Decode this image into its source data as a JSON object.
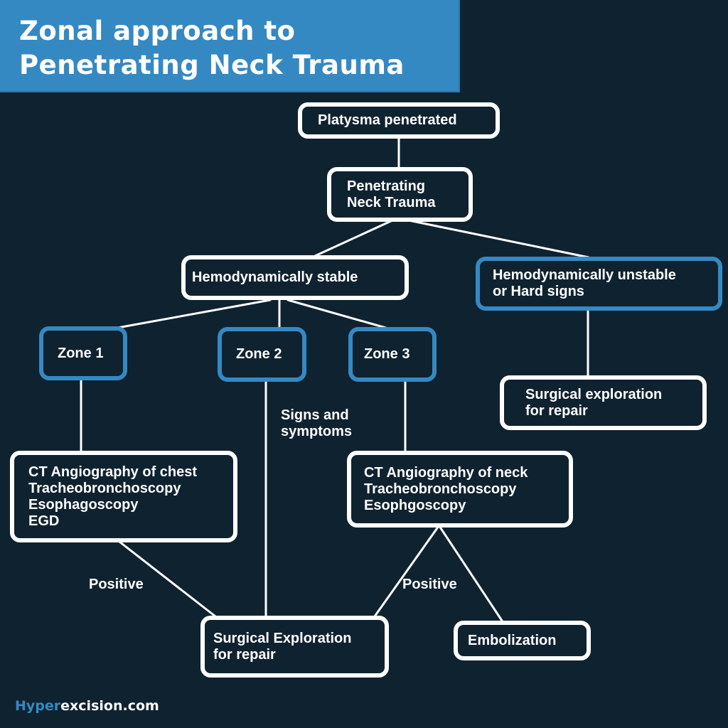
{
  "title": {
    "line1": "Zonal approach to",
    "line2": "Penetrating Neck Trauma"
  },
  "colors": {
    "background": "#0f2230",
    "accent": "#3589c3",
    "node_border": "#ffffff",
    "text": "#ffffff"
  },
  "nodes": {
    "platysma": {
      "lines": [
        "Platysma penetrated"
      ],
      "style": "white"
    },
    "pnt": {
      "lines": [
        "Penetrating",
        "Neck Trauma"
      ],
      "style": "white"
    },
    "stable": {
      "lines": [
        "Hemodynamically stable"
      ],
      "style": "white"
    },
    "unstable": {
      "lines": [
        "Hemodynamically unstable",
        "or Hard signs"
      ],
      "style": "blue"
    },
    "surgical_right": {
      "lines": [
        "Surgical exploration",
        "for repair"
      ],
      "style": "white"
    },
    "zone1": {
      "lines": [
        "Zone 1"
      ],
      "style": "blue"
    },
    "zone2": {
      "lines": [
        "Zone 2"
      ],
      "style": "blue"
    },
    "zone3": {
      "lines": [
        "Zone 3"
      ],
      "style": "blue"
    },
    "ct_chest": {
      "lines": [
        "CT Angiography of chest",
        "Tracheobronchoscopy",
        "Esophagoscopy",
        "EGD"
      ],
      "style": "white"
    },
    "ct_neck": {
      "lines": [
        "CT Angiography of neck",
        "Tracheobronchoscopy",
        "Esophgoscopy"
      ],
      "style": "white"
    },
    "surgical_bottom": {
      "lines": [
        "Surgical Exploration",
        "for repair"
      ],
      "style": "white"
    },
    "embolization": {
      "lines": [
        "Embolization"
      ],
      "style": "white"
    }
  },
  "edges": [
    {
      "from": "platysma",
      "to": "pnt"
    },
    {
      "from": "pnt",
      "to": "stable"
    },
    {
      "from": "pnt",
      "to": "unstable"
    },
    {
      "from": "unstable",
      "to": "surgical_right"
    },
    {
      "from": "stable",
      "to": "zone1"
    },
    {
      "from": "stable",
      "to": "zone2"
    },
    {
      "from": "stable",
      "to": "zone3"
    },
    {
      "from": "zone1",
      "to": "ct_chest"
    },
    {
      "from": "zone2",
      "to": "surgical_bottom",
      "label": "Signs and symptoms"
    },
    {
      "from": "zone3",
      "to": "ct_neck"
    },
    {
      "from": "ct_chest",
      "to": "surgical_bottom",
      "label": "Positive"
    },
    {
      "from": "ct_neck",
      "to": "surgical_bottom",
      "label": "Positive"
    },
    {
      "from": "ct_neck",
      "to": "embolization"
    }
  ],
  "edge_labels": {
    "signs": [
      "Signs and",
      "symptoms"
    ],
    "positive_left": "Positive",
    "positive_right": "Positive"
  },
  "footer": {
    "brand_part1": "Hyper",
    "brand_part2": "excision.com"
  }
}
